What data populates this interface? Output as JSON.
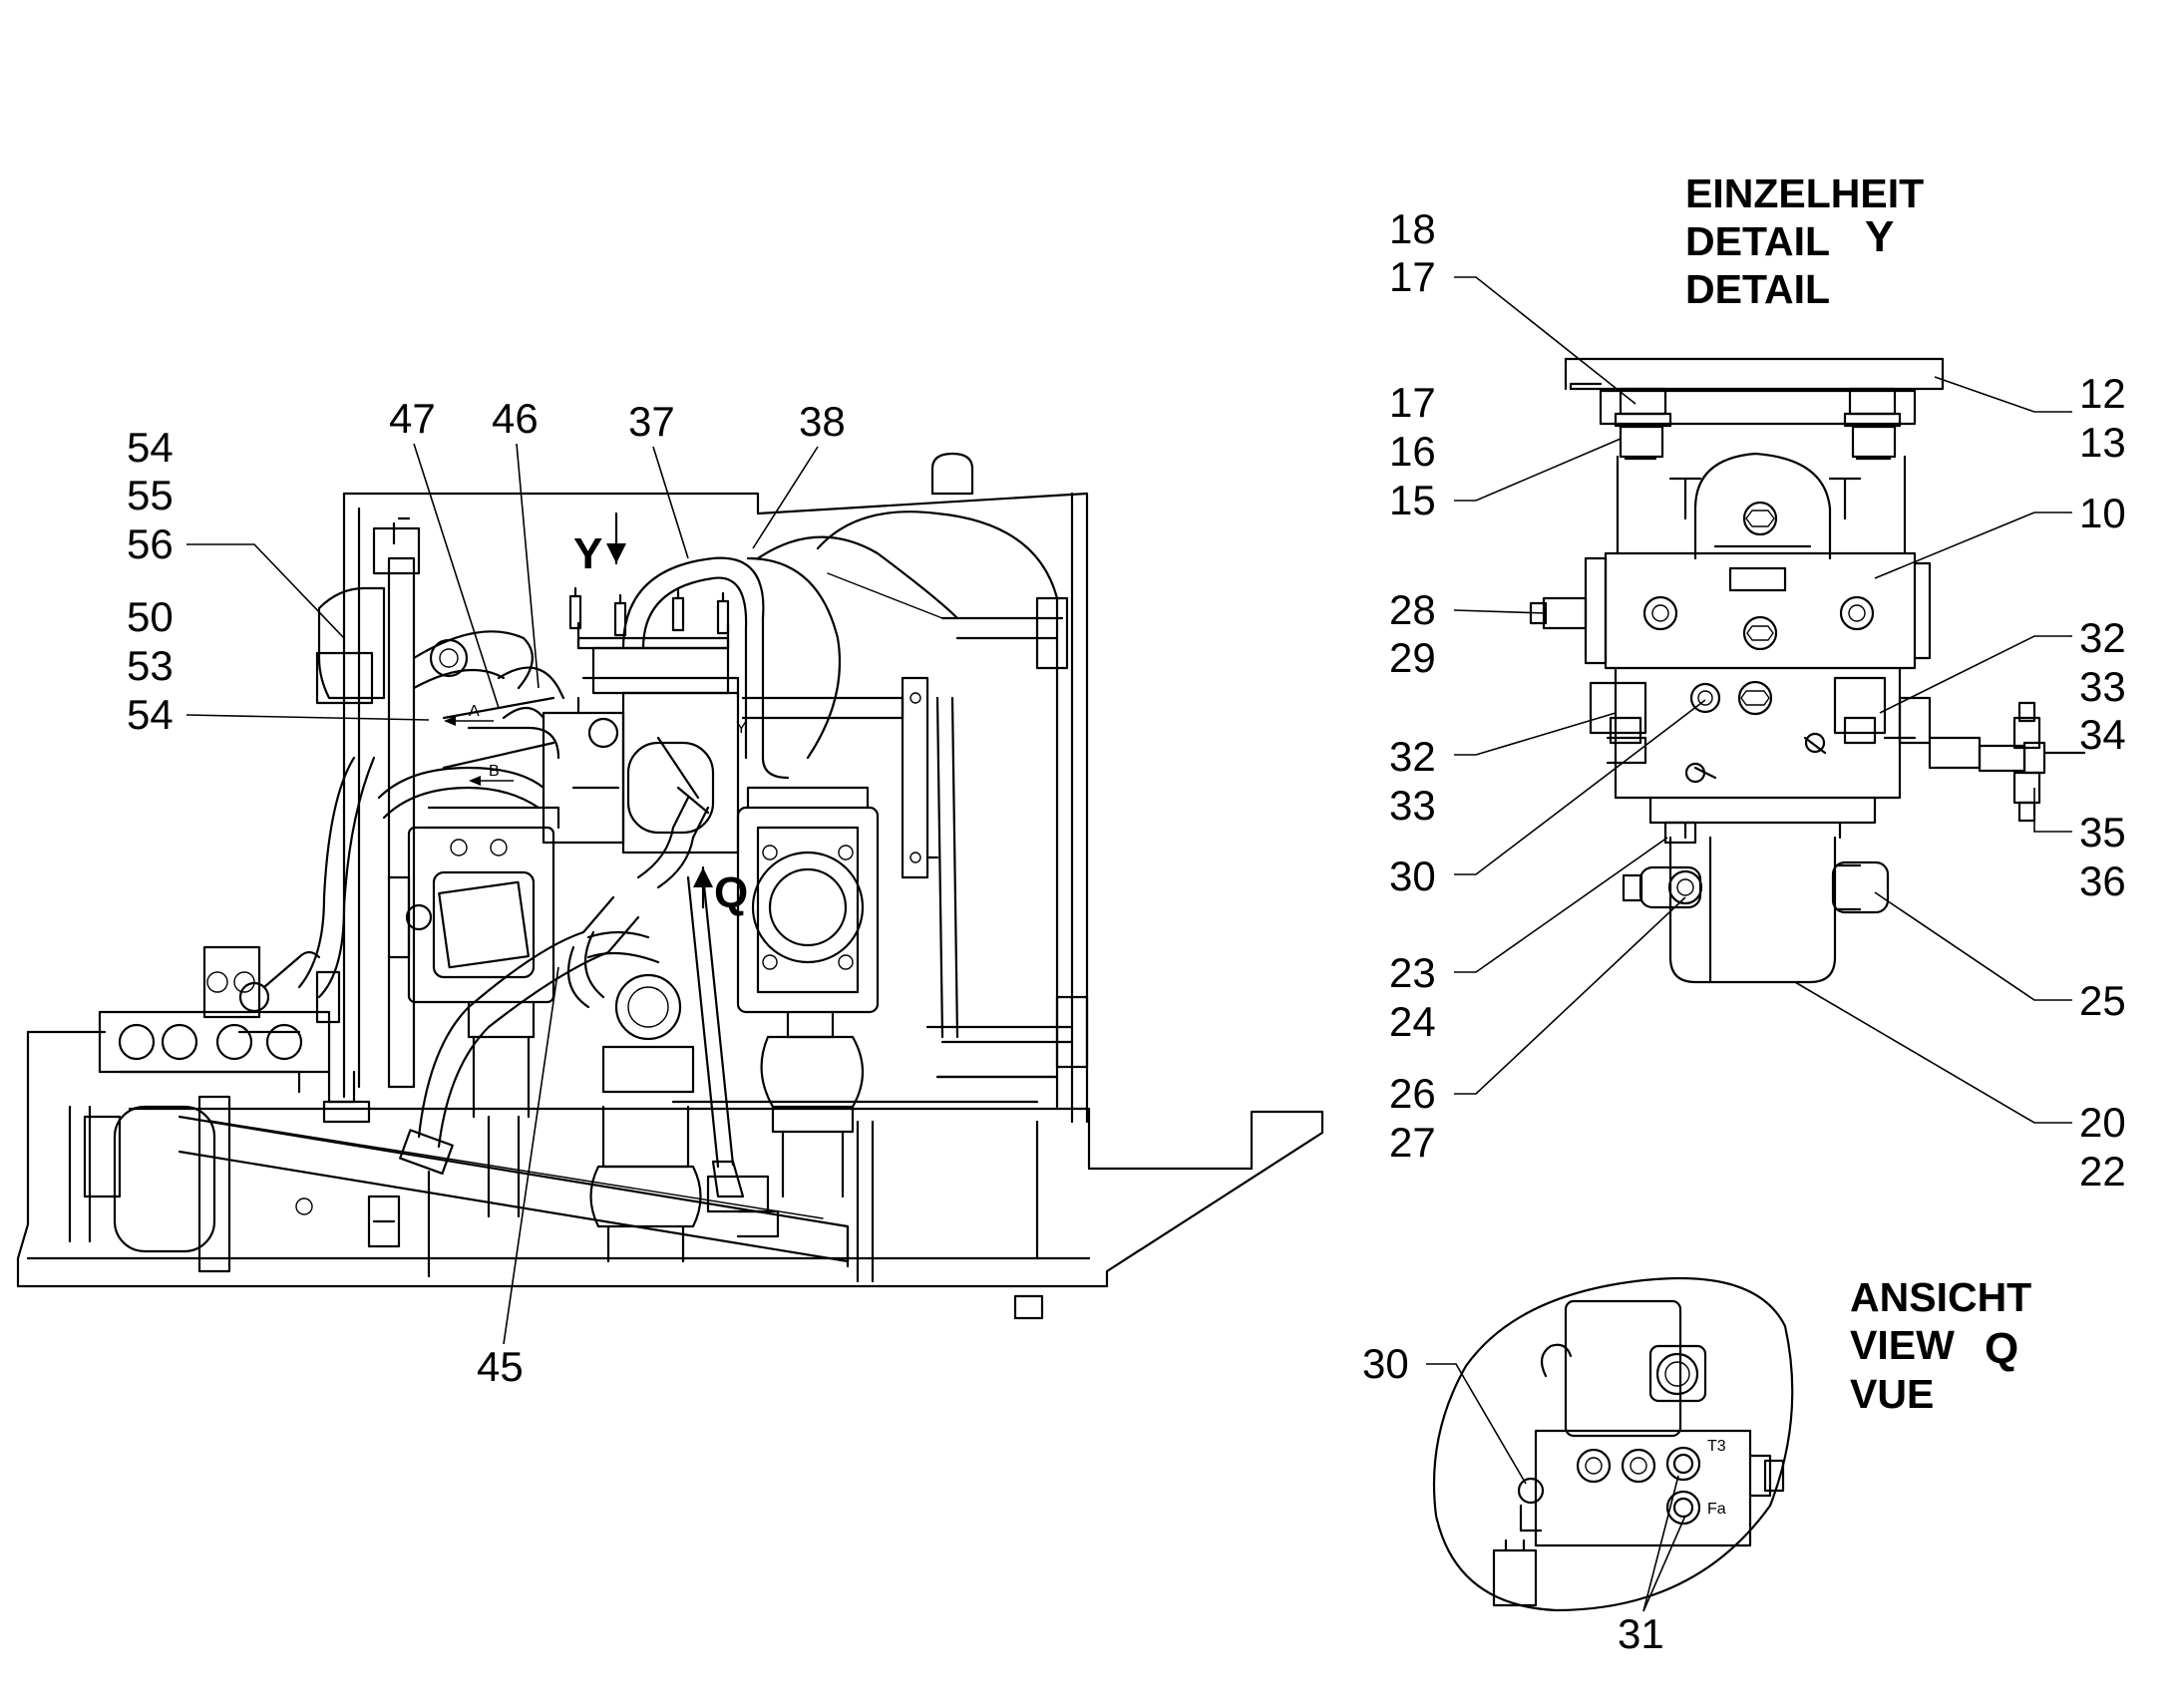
{
  "detail_y": {
    "title": [
      "EINZELHEIT",
      "DETAIL",
      "DETAIL"
    ],
    "letter": "Y"
  },
  "view_q": {
    "title": [
      "ANSICHT",
      "VIEW",
      "VUE"
    ],
    "letter": "Q"
  },
  "view_markers": {
    "y": "Y",
    "q": "Q"
  },
  "port_labels": {
    "a": "A",
    "b": "B",
    "y": "Y",
    "t3": "T3",
    "fa": "Fa"
  },
  "callouts_main": {
    "c54a": "54",
    "c55": "55",
    "c56": "56",
    "c50": "50",
    "c53": "53",
    "c54b": "54",
    "c47": "47",
    "c46": "46",
    "c37": "37",
    "c38": "38",
    "c45": "45"
  },
  "callouts_detail": {
    "c18": "18",
    "c17a": "17",
    "c17b": "17",
    "c16": "16",
    "c15": "15",
    "c28": "28",
    "c29": "29",
    "c32a": "32",
    "c33a": "33",
    "c30": "30",
    "c23": "23",
    "c24": "24",
    "c26": "26",
    "c27": "27",
    "c12": "12",
    "c13": "13",
    "c10": "10",
    "c32b": "32",
    "c33b": "33",
    "c34": "34",
    "c35": "35",
    "c36": "36",
    "c25": "25",
    "c20": "20",
    "c22": "22"
  },
  "callouts_view": {
    "c30": "30",
    "c31": "31"
  }
}
